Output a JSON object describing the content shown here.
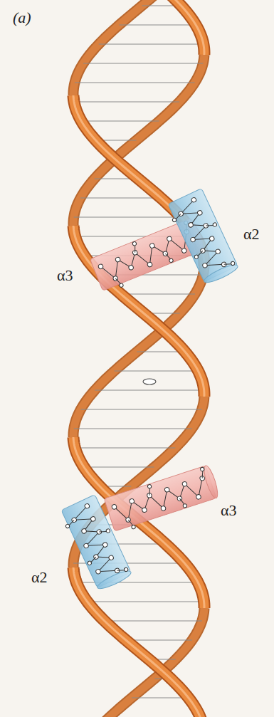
{
  "diagram": {
    "labels": [
      "(a)",
      "α2",
      "α3",
      "α3",
      "α2"
    ]
  }
}
